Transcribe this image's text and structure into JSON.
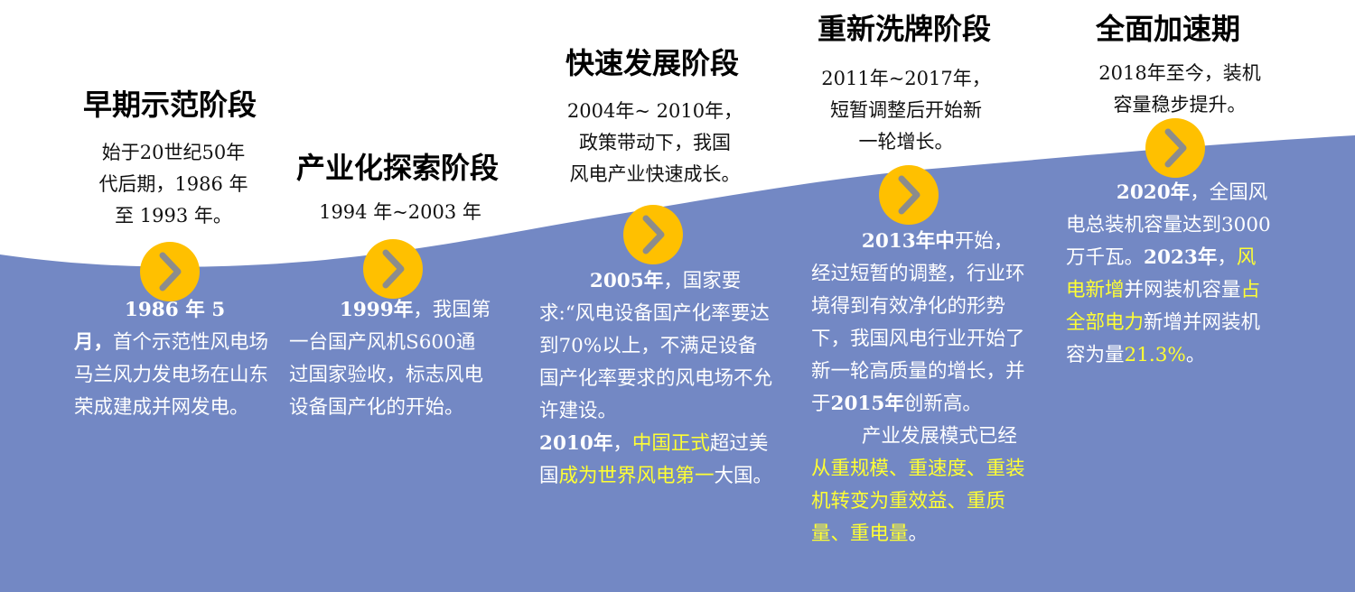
{
  "colors": {
    "wave": "#7388c4",
    "marker": "#ffc000",
    "arrow": "#8c8c8c",
    "highlight": "#ffff33"
  },
  "stages": [
    {
      "title": "早期示范阶段",
      "subtitle": [
        "始于20世纪50年",
        "代后期，1986 年",
        "至 1993 年。"
      ],
      "body": [
        {
          "t": "1986 年 5 月，",
          "b": true,
          "indent": true
        },
        {
          "t": "首个示范性风电场马兰风力发电场在山东荣成建成并网发电。"
        }
      ]
    },
    {
      "title": "产业化探索阶段",
      "subtitle": [
        "1994 年~2003 年"
      ],
      "body": [
        {
          "t": "1999年",
          "b": true,
          "indent": true
        },
        {
          "t": "，我国第一台国产风机S600通过国家验收，标志风电设备国产化的开始。"
        }
      ]
    },
    {
      "title": "快速发展阶段",
      "subtitle": [
        "2004年~ 2010年，",
        "政策带动下，我国",
        "风电产业快速成长。"
      ],
      "body": [
        {
          "t": "2005年",
          "b": true,
          "indent": true
        },
        {
          "t": "，国家要求:“风电设备国产化率要达到70%以上，不满足设备国产化率要求的风电场不允许建设。"
        },
        {
          "t": "2010年",
          "b": true,
          "br": true
        },
        {
          "t": "，"
        },
        {
          "t": "中国正式",
          "hl": true
        },
        {
          "t": "超过美国"
        },
        {
          "t": "成为世界风电第一",
          "hl": true
        },
        {
          "t": "大国。"
        }
      ]
    },
    {
      "title": "重新洗牌阶段",
      "subtitle": [
        "2011年~2017年，",
        "短暂调整后开始新",
        "一轮增长。"
      ],
      "body": [
        {
          "t": "2013年中",
          "b": true,
          "indent": true
        },
        {
          "t": "开始，经过短暂的调整，行业环境得到有效净化的形势下，我国风电行业开始了新一轮高质量的增长，并于"
        },
        {
          "t": "2015年",
          "b": true
        },
        {
          "t": "创新高。"
        },
        {
          "t": "产业发展模式已经",
          "br": true,
          "indent": true
        },
        {
          "t": "从重规模、重速度、重装机转变为重效益、重质量、重电量",
          "hl": true
        },
        {
          "t": "。"
        }
      ]
    },
    {
      "title": "全面加速期",
      "subtitle": [
        "2018年至今，装机",
        "容量稳步提升。"
      ],
      "body": [
        {
          "t": "2020年",
          "b": true,
          "indent": true
        },
        {
          "t": "，全国风电总装机容量达到3000万千瓦。"
        },
        {
          "t": "2023年",
          "b": true
        },
        {
          "t": "，"
        },
        {
          "t": "风电新增",
          "hl": true
        },
        {
          "t": "并网装机容量"
        },
        {
          "t": "占全部电力",
          "hl": true
        },
        {
          "t": "新增并网装机容为量"
        },
        {
          "t": "21.3%",
          "hl": true
        },
        {
          "t": "。"
        }
      ]
    }
  ]
}
